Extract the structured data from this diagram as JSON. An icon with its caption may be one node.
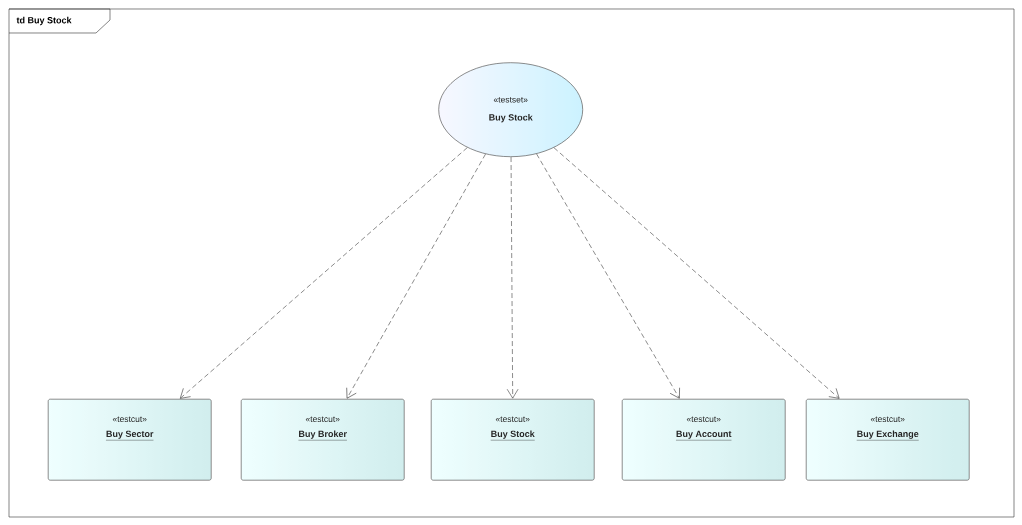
{
  "diagram": {
    "nodes": [
      {
        "text": [
          "td Buy Stock"
        ]
      },
      {
        "text": [
          "«testset»",
          "Buy Stock"
        ],
        "in": 0
      },
      {
        "text": [
          "«testcut»",
          "Buy Sector"
        ],
        "in": 0
      },
      {
        "text": [
          "«testcut»",
          "Buy Broker"
        ],
        "in": 0
      },
      {
        "text": [
          "«testcut»",
          "Buy Stock"
        ],
        "in": 0
      },
      {
        "text": [
          "«testcut»",
          "Buy Account"
        ],
        "in": 0
      },
      {
        "text": [
          "«testcut»",
          "Buy Exchange"
        ],
        "in": 0
      }
    ],
    "edges": [
      {
        "from": 1,
        "to": 2,
        "arrow": "to",
        "style": "dashed"
      },
      {
        "from": 1,
        "to": 3,
        "arrow": "to",
        "style": "dashed"
      },
      {
        "from": 1,
        "to": 4,
        "arrow": "to",
        "style": "dashed"
      },
      {
        "from": 1,
        "to": 5,
        "arrow": "to",
        "style": "dashed"
      },
      {
        "from": 1,
        "to": 6,
        "arrow": "to",
        "style": "dashed"
      }
    ]
  }
}
